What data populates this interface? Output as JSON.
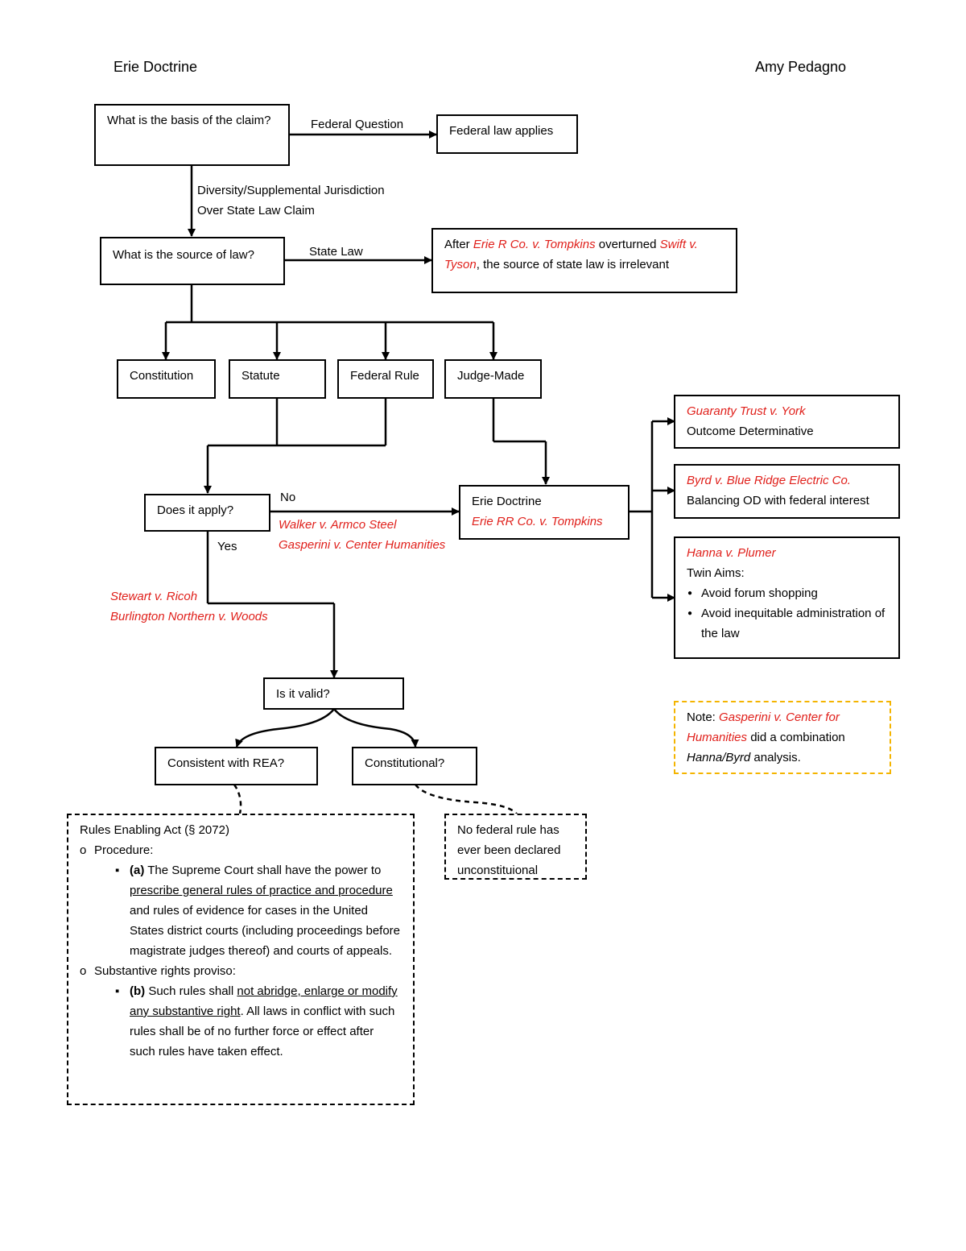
{
  "header": {
    "title": "Erie Doctrine",
    "author": "Amy Pedagno"
  },
  "nodes": {
    "basis": "What is the basis of the claim?",
    "federal_law": "Federal law applies",
    "source": "What is the source of law?",
    "state_law_note": {
      "after": "After ",
      "erie": "Erie R Co. v. Tompkins",
      "overturned": " overturned ",
      "swift": "Swift v. Tyson",
      "rest": ", the source of state law is irrelevant"
    },
    "constitution": "Constitution",
    "statute": "Statute",
    "federal_rule": "Federal Rule",
    "judge_made": "Judge-Made",
    "does_apply": "Does it apply?",
    "erie_doctrine": "Erie Doctrine",
    "erie_case": "Erie RR Co. v. Tompkins",
    "is_valid": "Is it valid?",
    "consistent_rea": "Consistent with REA?",
    "constitutional": "Constitutional?",
    "no_fed_rule": "No federal rule has ever been declared unconstituional"
  },
  "edge_labels": {
    "federal_question": "Federal Question",
    "diversity_1": "Diversity/Supplemental Jurisdiction",
    "diversity_2": "Over State Law Claim",
    "state_law": "State Law",
    "no": "No",
    "yes": "Yes"
  },
  "cases": {
    "walker": "Walker v. Armco Steel",
    "gasperini": "Gasperini v. Center Humanities",
    "stewart": "Stewart v. Ricoh",
    "burlington": "Burlington Northern v. Woods"
  },
  "tests": {
    "guaranty_case": "Guaranty Trust v. York",
    "guaranty_desc": "Outcome Determinative",
    "byrd_case": "Byrd v. Blue Ridge Electric Co.",
    "byrd_desc": "Balancing OD with federal interest",
    "hanna_case": "Hanna v. Plumer",
    "hanna_twin": "Twin Aims:",
    "hanna_aims": [
      "Avoid forum shopping",
      "Avoid inequitable administration of the law"
    ]
  },
  "note": {
    "prefix": "Note: ",
    "case": "Gasperini v. Center for Humanities",
    "mid": " did a combination ",
    "hanna_byrd": "Hanna/Byrd",
    "suffix": " analysis."
  },
  "rea": {
    "title": "Rules Enabling Act (§ 2072)",
    "procedure": "Procedure:",
    "a_label": "(a)",
    "a_text1": " The Supreme Court shall have the power to ",
    "a_under": "prescribe general rules of practice and procedure",
    "a_text2": " and rules of evidence for cases in the United States district courts (including proceedings before magistrate judges thereof) and courts of appeals.",
    "substantive": "Substantive rights proviso:",
    "b_label": "(b)",
    "b_text1": " Such rules shall ",
    "b_under": "not abridge, enlarge or modify any substantive right",
    "b_text2": ". All laws in conflict with such rules shall be of no further force or effect after such rules have taken effect."
  },
  "colors": {
    "case_red": "#e0201b",
    "note_border": "#f4b400"
  }
}
